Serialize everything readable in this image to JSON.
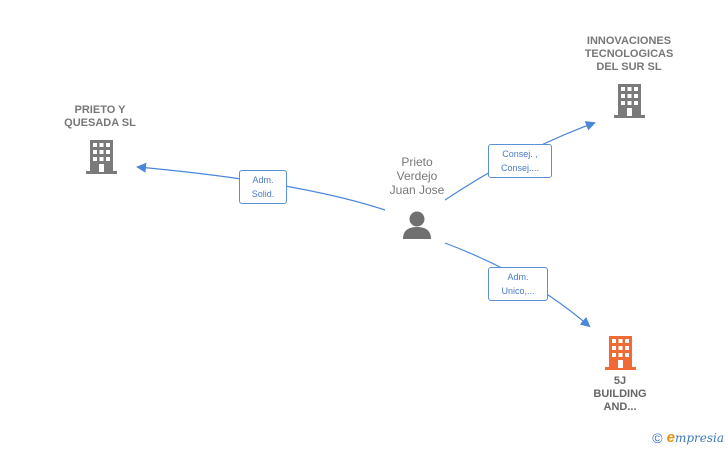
{
  "nodes": {
    "prieto_quesada": {
      "label": "PRIETO Y\nQUESADA  SL"
    },
    "innovaciones": {
      "label": "INNOVACIONES\nTECNOLOGICAS\nDEL SUR SL"
    },
    "building": {
      "label": "5J\nBUILDING\nAND..."
    },
    "person": {
      "label": "Prieto\nVerdejo\nJuan Jose"
    }
  },
  "edges": {
    "to_prieto_quesada": {
      "label": "Adm.\nSolid."
    },
    "to_innovaciones": {
      "label": "Consej. ,\nConsej...."
    },
    "to_building": {
      "label": "Adm.\nUnico,..."
    }
  },
  "colors": {
    "edge": "#4a86d9",
    "company_icon": "#7a7a7a",
    "highlight_icon": "#f06a35",
    "person_icon": "#707070"
  },
  "brand": {
    "copyright": "©",
    "initial": "e",
    "rest": "mpresia"
  }
}
